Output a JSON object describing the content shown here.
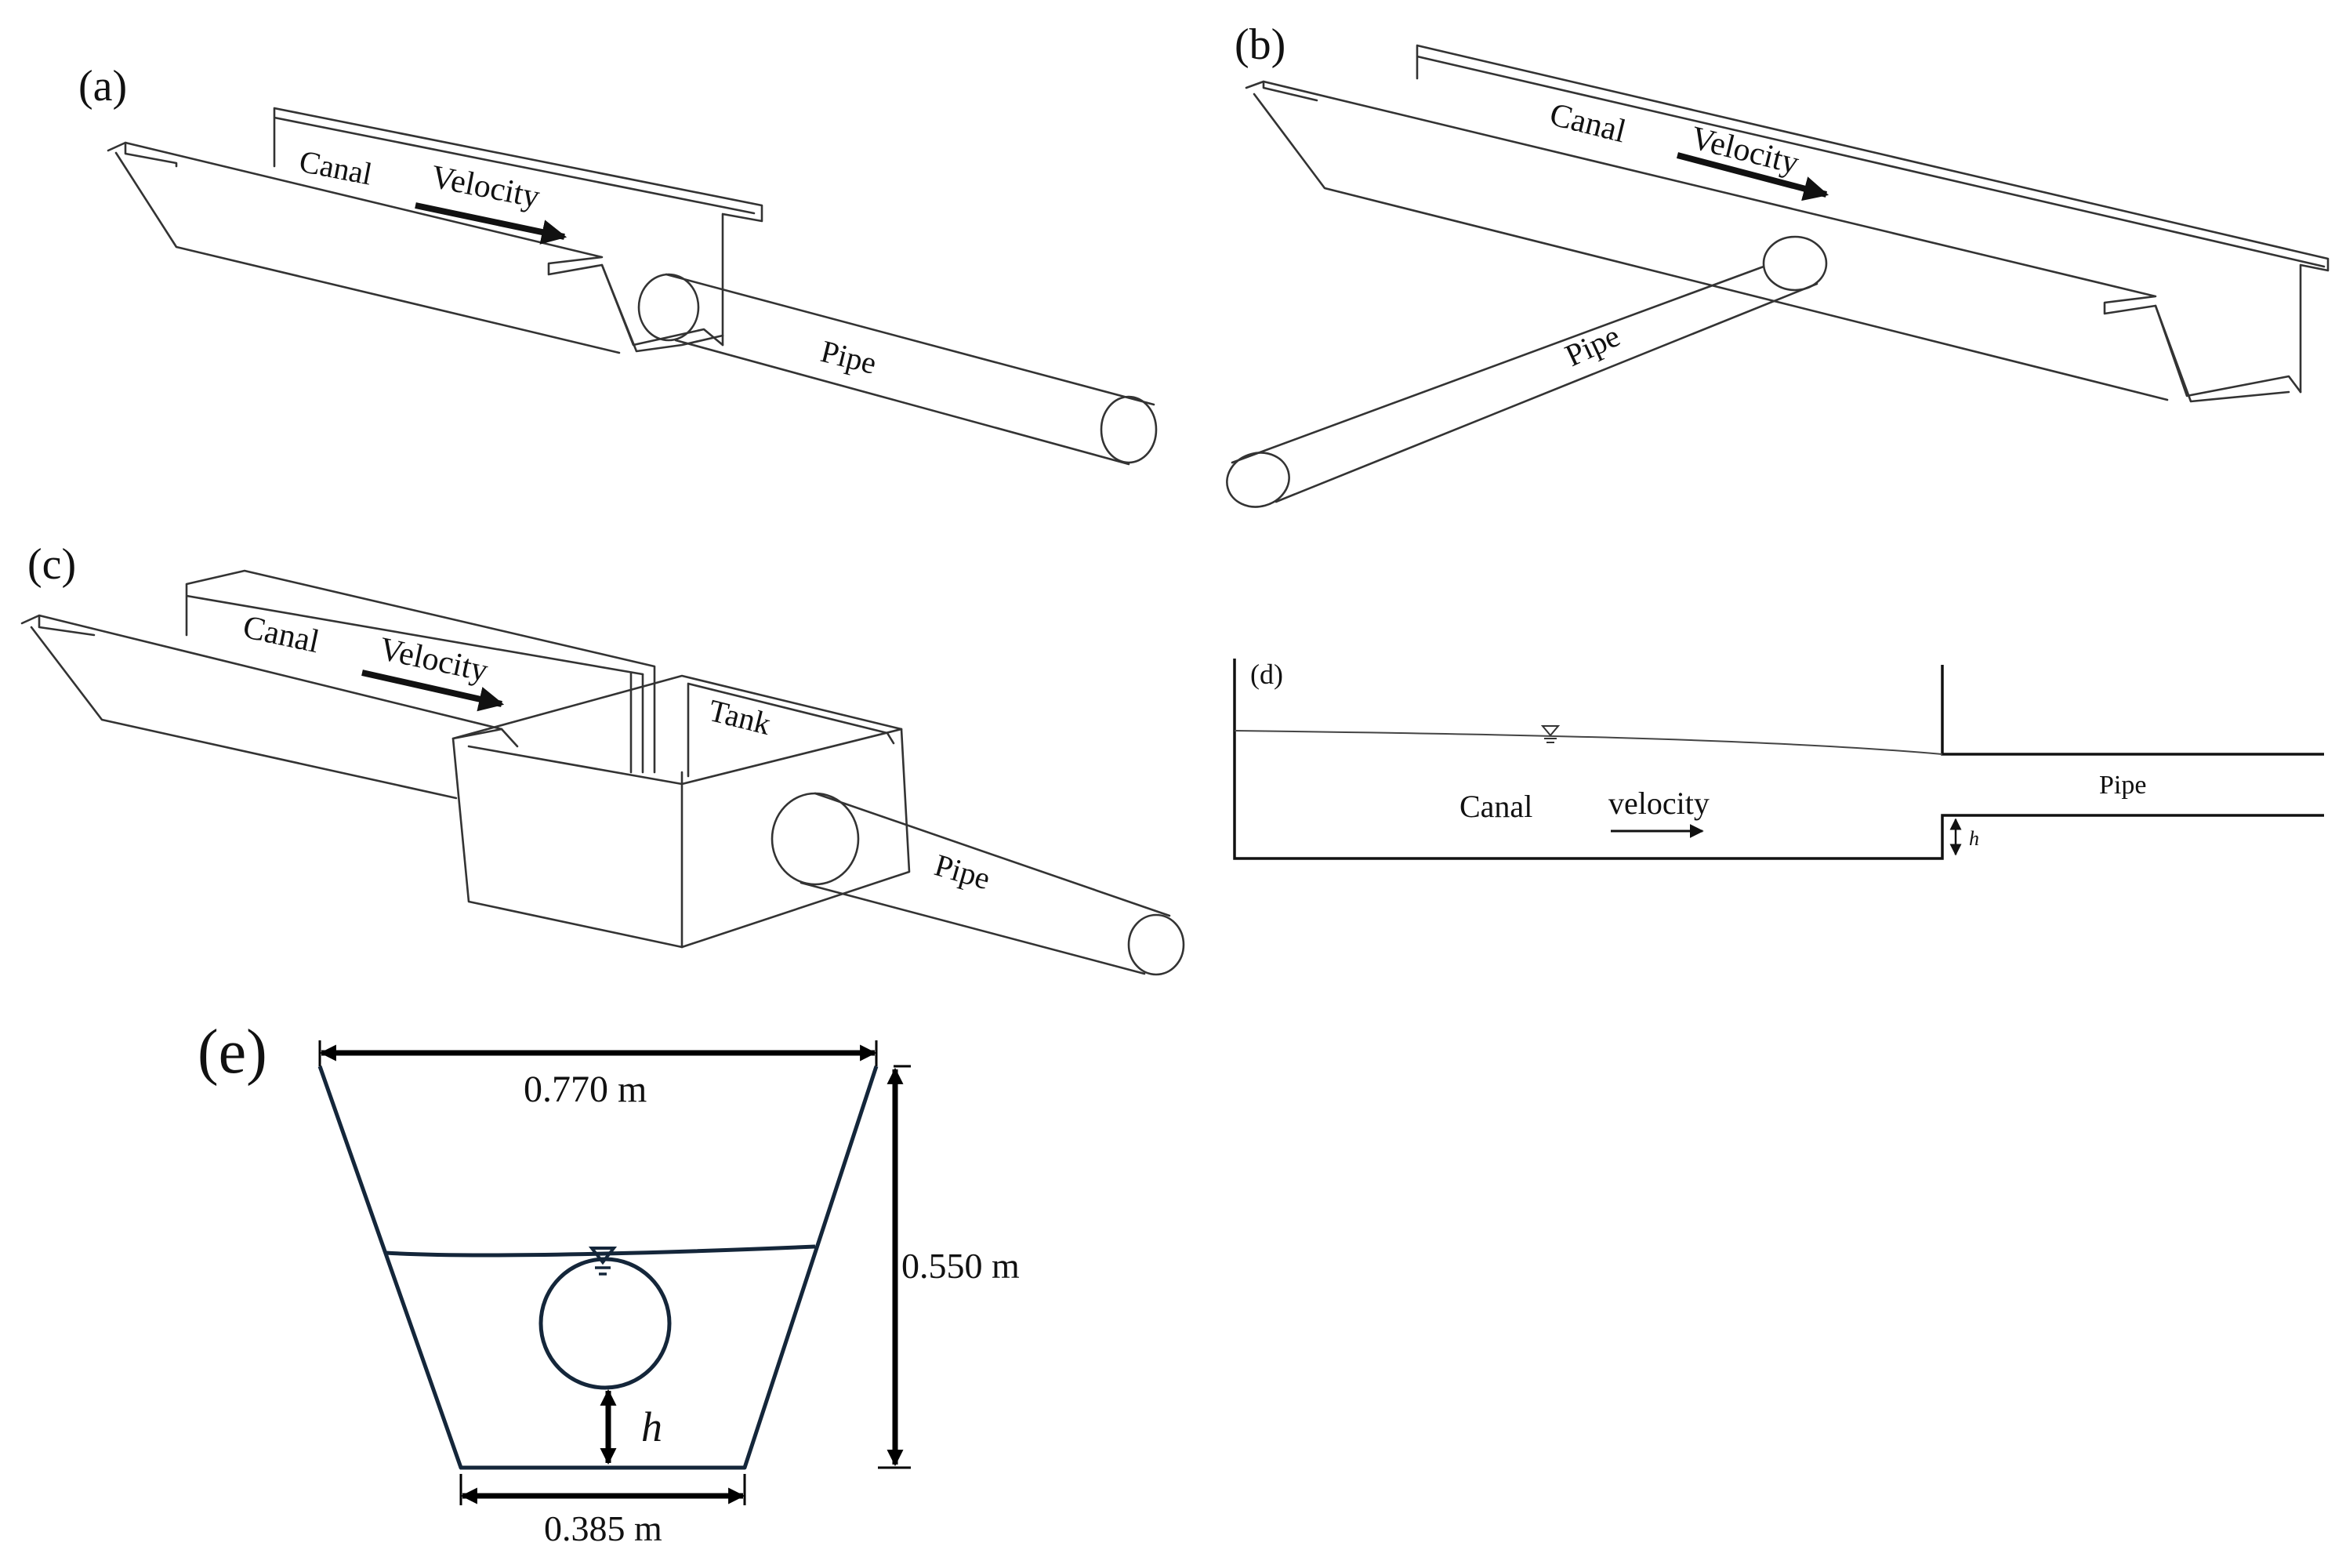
{
  "panels": {
    "a": {
      "label": "(a)",
      "canal": "Canal",
      "velocity": "Velocity",
      "pipe": "Pipe"
    },
    "b": {
      "label": "(b)",
      "canal": "Canal",
      "velocity": "Velocity",
      "pipe": "Pipe"
    },
    "c": {
      "label": "(c)",
      "canal": "Canal",
      "velocity": "Velocity",
      "tank": "Tank",
      "pipe": "Pipe"
    },
    "d": {
      "label": "(d)",
      "canal": "Canal",
      "velocity": "velocity",
      "pipe": "Pipe",
      "h": "h"
    },
    "e": {
      "label": "(e)",
      "top_width": "0.770 m",
      "height": "0.550 m",
      "bottom_width": "0.385 m",
      "h": "h"
    }
  }
}
